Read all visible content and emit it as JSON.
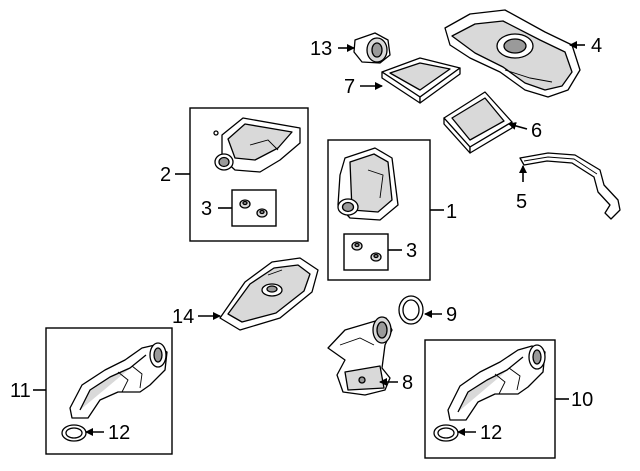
{
  "callouts": {
    "c1": "1",
    "c2": "2",
    "c3a": "3",
    "c3b": "3",
    "c4": "4",
    "c5": "5",
    "c6": "6",
    "c7": "7",
    "c8": "8",
    "c9": "9",
    "c10": "10",
    "c11": "11",
    "c12a": "12",
    "c12b": "12",
    "c13": "13",
    "c14": "14"
  }
}
